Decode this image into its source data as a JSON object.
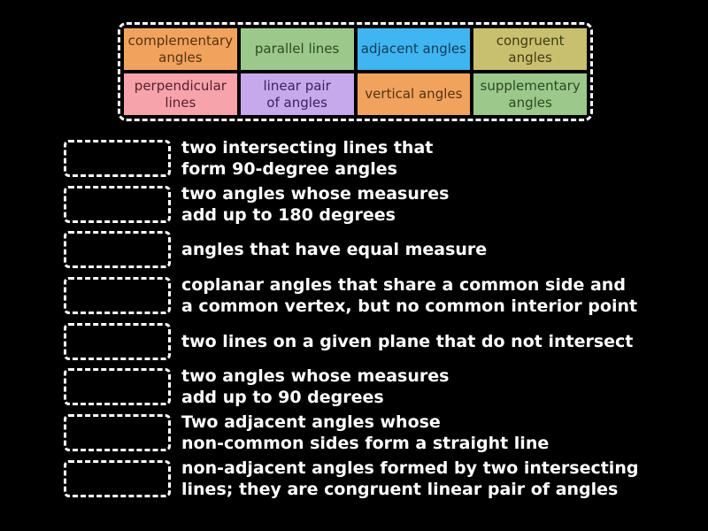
{
  "canvas": {
    "background": "#000000"
  },
  "word_bank": {
    "tiles": [
      {
        "label": "complementary\nangles",
        "bg": "#F1A35E",
        "fg": "#54320F"
      },
      {
        "label": "parallel lines",
        "bg": "#9CC98B",
        "fg": "#2C4A1F"
      },
      {
        "label": "adjacent angles",
        "bg": "#3FB5F1",
        "fg": "#123C57"
      },
      {
        "label": "congruent\nangles",
        "bg": "#C9C06F",
        "fg": "#403A12"
      },
      {
        "label": "perpendicular\nlines",
        "bg": "#F6A3AC",
        "fg": "#571F29"
      },
      {
        "label": "linear pair\nof angles",
        "bg": "#C6A9EB",
        "fg": "#3A2260"
      },
      {
        "label": "vertical angles",
        "bg": "#F1A35E",
        "fg": "#54320F"
      },
      {
        "label": "supplementary\nangles",
        "bg": "#9CC98B",
        "fg": "#2C4A1F"
      }
    ]
  },
  "matches": [
    {
      "definition": "two intersecting lines that\nform 90-degree angles"
    },
    {
      "definition": "two angles whose measures\nadd up to 180 degrees"
    },
    {
      "definition": "angles that have equal measure"
    },
    {
      "definition": "coplanar angles that share a common side and\na common vertex, but no common interior point"
    },
    {
      "definition": "two lines on a given plane that do not intersect"
    },
    {
      "definition": "two angles whose measures\nadd up to 90 degrees"
    },
    {
      "definition": "Two adjacent angles whose\nnon-common sides form a straight line"
    },
    {
      "definition": "non-adjacent angles formed by two intersecting\nlines; they are congruent linear pair of angles"
    }
  ]
}
